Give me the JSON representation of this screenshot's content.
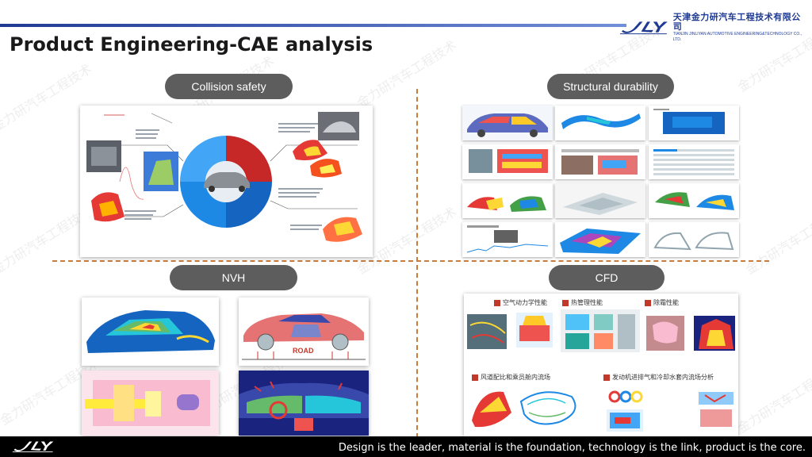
{
  "header": {
    "title": "Product Engineering-CAE analysis",
    "company_cn": "天津金力研汽车工程技术有限公司",
    "company_en": "TIANJIN JINLIYAN AUTOMOTIVE ENGINEERING&TECHNOLOGY CO., LTD.",
    "logo_icon": "jly-logo"
  },
  "sections": {
    "collision": {
      "label": "Collision safety"
    },
    "durability": {
      "label": "Structural durability"
    },
    "nvh": {
      "label": "NVH",
      "road_text": "ROAD"
    },
    "cfd": {
      "label": "CFD",
      "sub_labels": [
        "空气动力学性能",
        "热管理性能",
        "除霜性能",
        "风道配比和乘员舱内流场",
        "发动机进排气和冷却水套内流场分析"
      ]
    }
  },
  "watermark": "金力研汽车工程技术",
  "footer": {
    "slogan": "Design is the leader, material is the foundation, technology is the link, product is the core."
  },
  "colors": {
    "brand_blue": "#1f3a93",
    "pill_gray": "#5d5d5d",
    "divider_orange": "#c97d3d",
    "footer_black": "#000000"
  }
}
